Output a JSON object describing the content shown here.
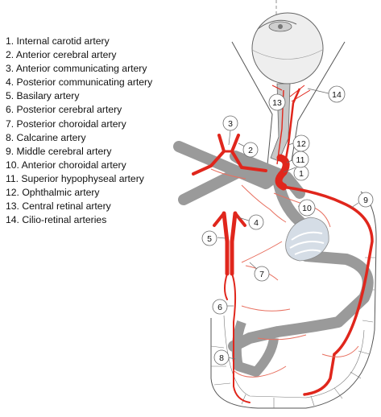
{
  "legend": [
    "1. Internal carotid artery",
    "2. Anterior cerebral artery",
    "3. Anterior communicating artery",
    "4. Posterior communicating artery",
    "5. Basilary artery",
    "6. Posterior cerebral artery",
    "7. Posterior choroidal artery",
    "8. Calcarine artery",
    "9. Middle cerebral artery",
    "10. Anterior choroidal artery",
    "11. Superior hypophyseal artery",
    "12. Ophthalmic artery",
    "13. Central retinal artery",
    "14. Cilio-retinal arteries"
  ],
  "callouts": [
    "1",
    "2",
    "3",
    "4",
    "5",
    "6",
    "7",
    "8",
    "9",
    "10",
    "11",
    "12",
    "13",
    "14"
  ],
  "colors": {
    "artery": "#e0261c",
    "small_artery": "#e87060",
    "brain_gray": "#9a9a9a",
    "ventricle": "#d5dde6",
    "outline": "#555555"
  }
}
